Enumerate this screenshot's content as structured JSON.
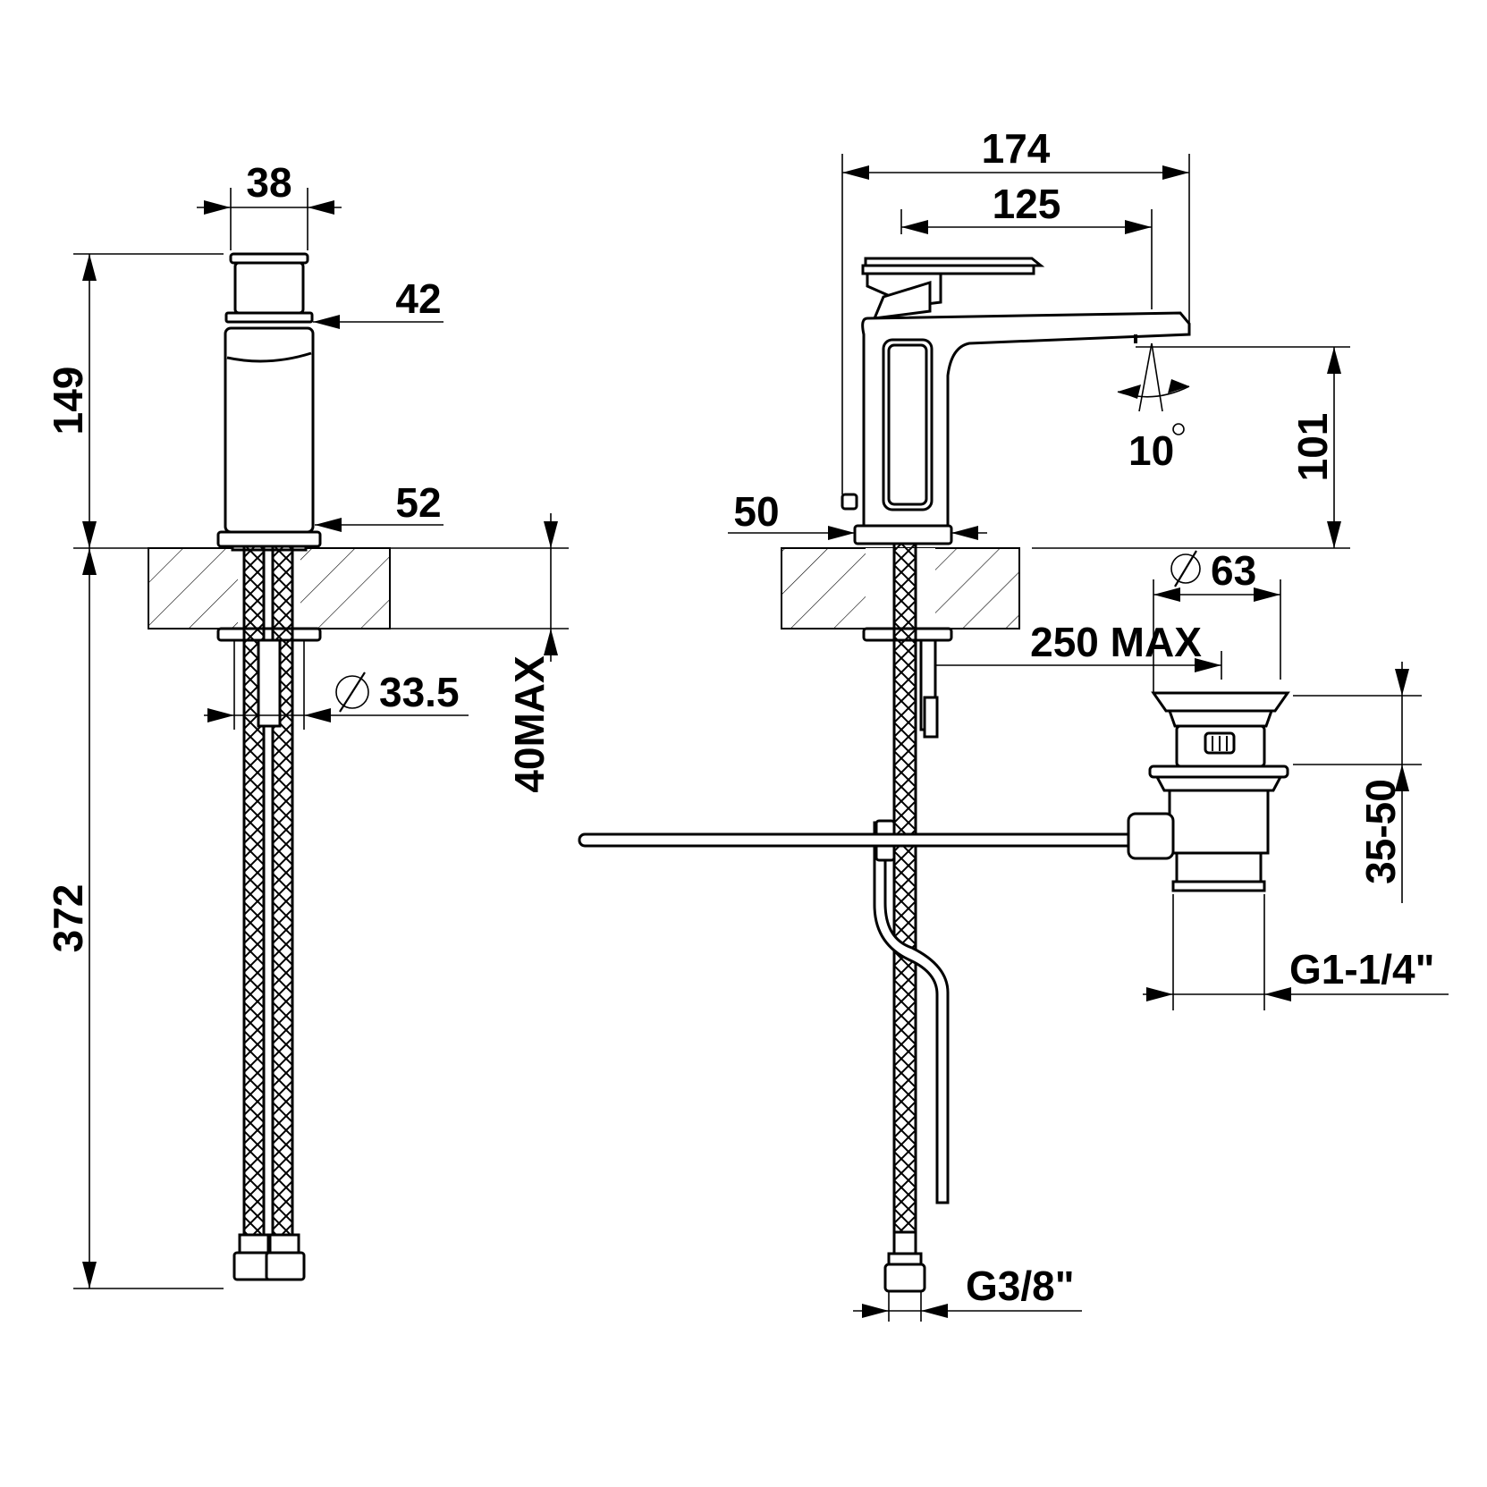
{
  "dimensions": {
    "d38": "38",
    "d42": "42",
    "d52": "52",
    "d149": "149",
    "d372": "372",
    "d33_5": "33.5",
    "d40max": "40MAX",
    "d174": "174",
    "d125": "125",
    "d50": "50",
    "d10": "10",
    "d101": "101",
    "d63": "63",
    "d250max": "250 MAX",
    "d35_50": "35-50",
    "g1_1_4": "G1-1/4\"",
    "g3_8": "G3/8\""
  },
  "symbols": {
    "diameter": "diameter-symbol",
    "degree": "degree-symbol"
  }
}
